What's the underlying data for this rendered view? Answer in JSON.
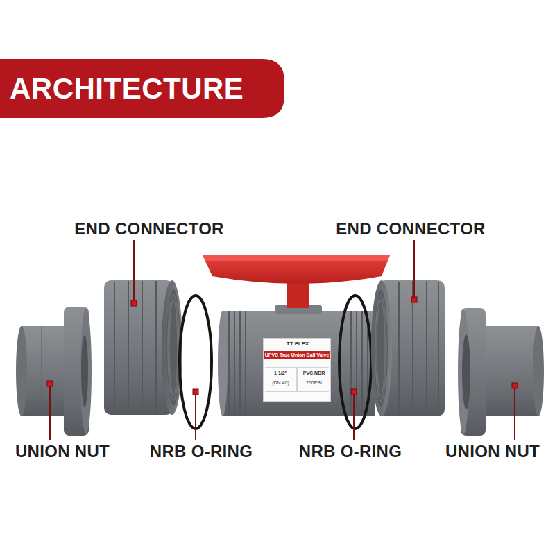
{
  "diagram": {
    "title": "ARCHITECTURE",
    "nodes": [
      {
        "text": [
          "TT FLEX",
          "UPVC True Union Ball Valve",
          "1 1/2\"",
          "(DN 40)",
          "PVC,NBR",
          "200PSI"
        ]
      }
    ],
    "labels": [
      "END CONNECTOR",
      "END CONNECTOR",
      "UNION NUT",
      "NRB O-RING",
      "NRB O-RING",
      "UNION NUT"
    ]
  }
}
